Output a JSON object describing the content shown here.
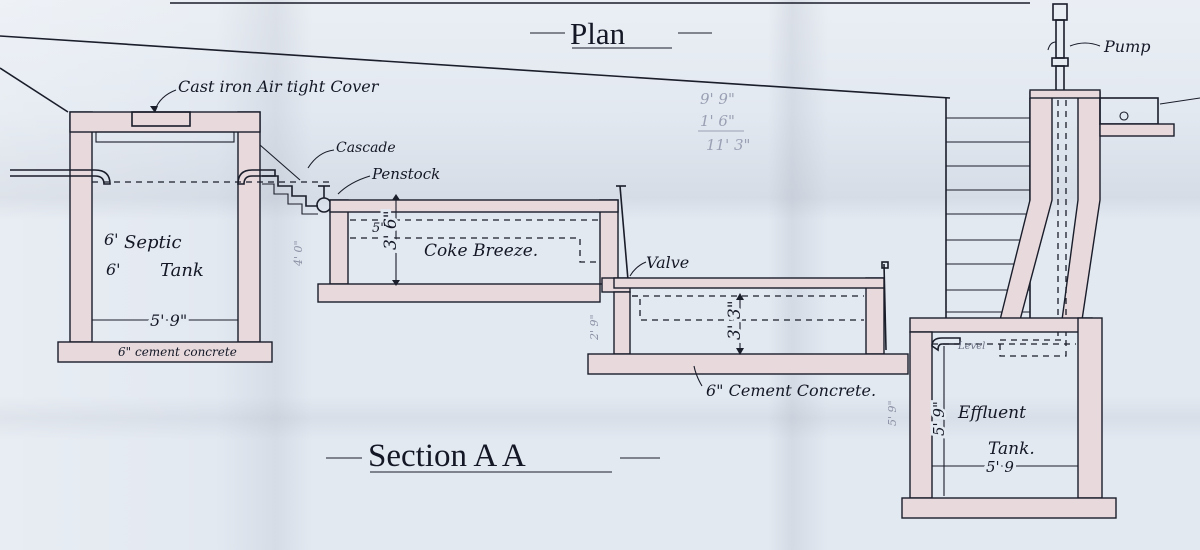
{
  "headings": {
    "plan": "Plan",
    "section": "Section A A"
  },
  "labels": {
    "pump": "Pump",
    "cover": "Cast iron Air tight Cover",
    "cascade": "Cascade",
    "penstock": "Penstock",
    "septic_tank_1": "Septic",
    "septic_tank_2": "Tank",
    "septic_height_1": "6'",
    "septic_height_2": "6'",
    "septic_width": "5' 9\"",
    "septic_base": "6\" cement concrete",
    "coke_breeze": "Coke Breeze.",
    "coke_depth": "3' 6\"",
    "coke_small": "5\"",
    "left_height": "4' 0\"",
    "valve": "Valve",
    "filter_depth": "3' 3\"",
    "filter_small": "2' 9\"",
    "filter_base": "6\" Cement Concrete.",
    "effluent_1": "Effluent",
    "effluent_2": "Tank.",
    "effluent_height": "5' 9\"",
    "effluent_width": "5' 9",
    "effluent_side": "5' 9\"",
    "level_note": "Level",
    "pencil_note_1": "9' 9\"",
    "pencil_note_2": "1' 6\"",
    "pencil_note_3": "11' 3\""
  }
}
